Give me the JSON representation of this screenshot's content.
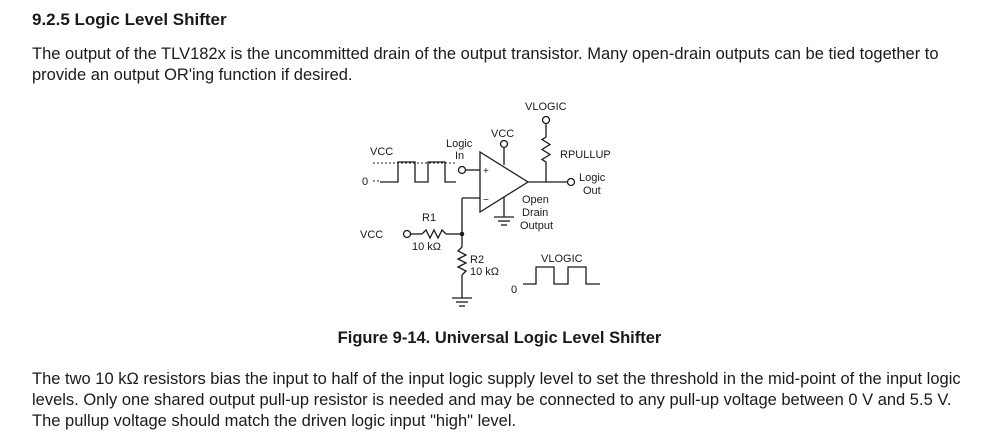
{
  "section": {
    "heading": "9.2.5 Logic Level Shifter",
    "para1": "The output of the TLV182x is the uncommitted drain of the output transistor. Many open-drain outputs can be tied together to provide an output OR'ing function if desired.",
    "para2": "The two 10 kΩ resistors bias the input to half of the input logic supply level to set the threshold in the mid-point of the input logic levels. Only one shared output pull-up resistor is needed and may be connected to any pull-up voltage between 0 V and 5.5 V. The pullup voltage should match the driven logic input \"high\" level."
  },
  "figure": {
    "caption": "Figure 9-14. Universal Logic Level Shifter",
    "labels": {
      "vlogic_top": "VLOGIC",
      "vcc_amp": "VCC",
      "rpullup": "RPULLUP",
      "logic_out_1": "Logic",
      "logic_out_2": "Out",
      "logic_in_1": "Logic",
      "logic_in_2": "In",
      "vcc_input_wave": "VCC",
      "zero_input": "0",
      "plus": "+",
      "minus": "−",
      "open_drain_1": "Open",
      "open_drain_2": "Drain",
      "open_drain_3": "Output",
      "r1": "R1",
      "r1_value": "10 kΩ",
      "vcc_r1": "VCC",
      "r2": "R2",
      "r2_value": "10 kΩ",
      "vlogic_bottom": "VLOGIC",
      "zero_output": "0"
    }
  }
}
